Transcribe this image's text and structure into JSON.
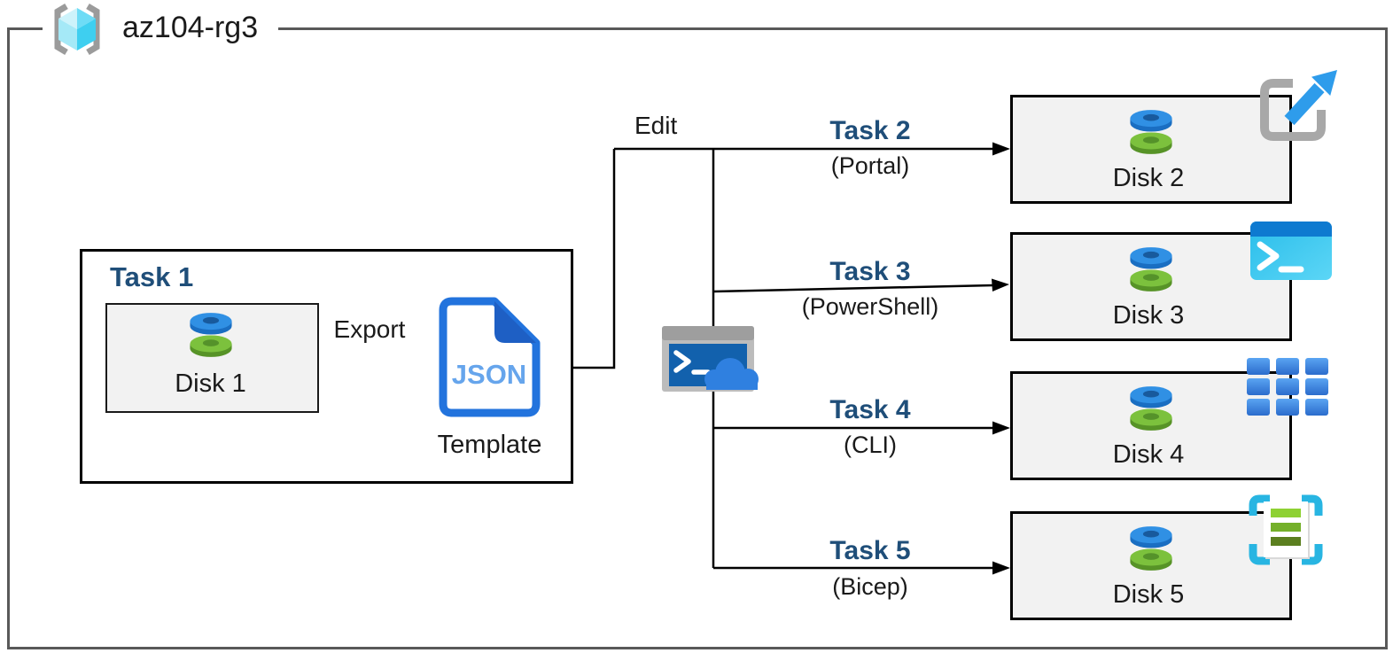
{
  "diagram_title": "az104-rg3",
  "edit_label": "Edit",
  "task1": {
    "title": "Task 1",
    "disk_label": "Disk 1",
    "export_label": "Export",
    "json_text": "JSON",
    "template_label": "Template"
  },
  "branches": [
    {
      "task": "Task 2",
      "method": "(Portal)",
      "disk_label": "Disk 2",
      "icon": "export-template-icon"
    },
    {
      "task": "Task 3",
      "method": "(PowerShell)",
      "disk_label": "Disk 3",
      "icon": "powershell-icon"
    },
    {
      "task": "Task 4",
      "method": "(CLI)",
      "disk_label": "Disk 4",
      "icon": "azure-cli-icon"
    },
    {
      "task": "Task 5",
      "method": "(Bicep)",
      "disk_label": "Disk 5",
      "icon": "bicep-template-icon"
    }
  ],
  "icons": {
    "resource_group": "resource-group-icon",
    "disk": "managed-disk-icon",
    "json_document": "json-template-icon",
    "cloud_shell": "cloud-shell-icon"
  },
  "colors": {
    "task_label_blue": "#1f4e79",
    "box_fill": "#f2f2f2",
    "frame_border": "#595959",
    "connector_black": "#000000",
    "disk_blue": "#3090e4",
    "disk_green": "#7cc13d",
    "json_border_blue": "#2273dd",
    "json_text_blue": "#66a5ec",
    "cyan_accent": "#28b5e2",
    "arrow_blue": "#2e9ceb"
  }
}
